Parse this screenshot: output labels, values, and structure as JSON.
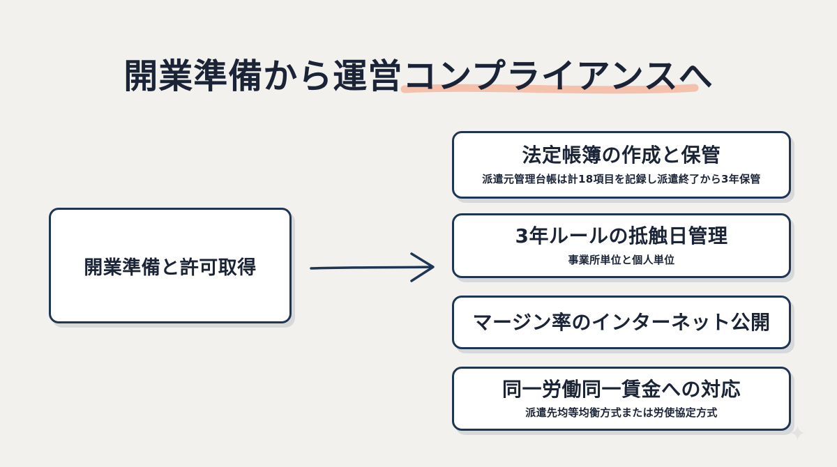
{
  "title": "開業準備から運営コンプライアンスへ",
  "left_box": {
    "label": "開業準備と許可取得"
  },
  "right_boxes": [
    {
      "title": "法定帳簿の作成と保管",
      "subtitle": "派遣元管理台帳は計18項目を記録し派遣終了から3年保管"
    },
    {
      "title": "3年ルールの抵触日管理",
      "subtitle": "事業所単位と個人単位"
    },
    {
      "title": "マージン率のインターネット公開"
    },
    {
      "title": "同一労働同一賃金への対応",
      "subtitle": "派遣先均等均衡方式または労使協定方式"
    }
  ],
  "colors": {
    "background": "#f2f1ee",
    "navy": "#1f3554",
    "highlight": "#f4b8a0"
  },
  "icons": {
    "arrow": "arrow-right-icon",
    "sparkle": "sparkle-icon"
  }
}
